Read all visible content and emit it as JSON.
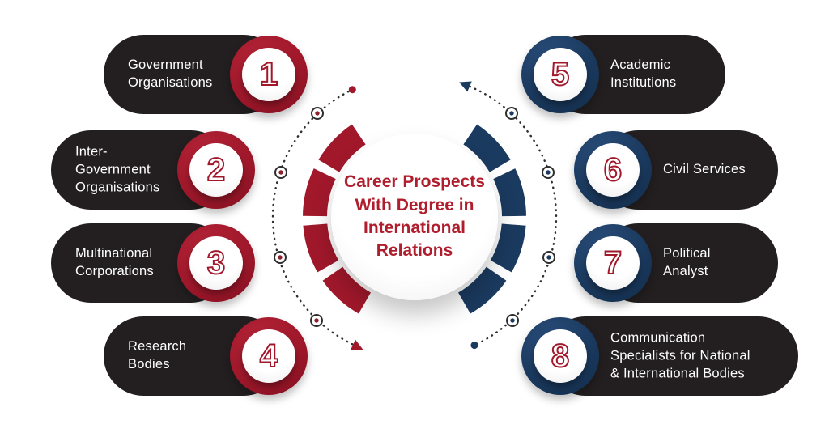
{
  "center": {
    "title": "Career Prospects\nWith Degree in\nInternational\nRelations"
  },
  "items": [
    {
      "number": "1",
      "label": "Government\nOrganisations",
      "side": "left",
      "accent": "#A1182B"
    },
    {
      "number": "2",
      "label": "Inter-\nGovernment\nOrganisations",
      "side": "left",
      "accent": "#A1182B"
    },
    {
      "number": "3",
      "label": "Multinational\nCorporations",
      "side": "left",
      "accent": "#A1182B"
    },
    {
      "number": "4",
      "label": "Research\nBodies",
      "side": "left",
      "accent": "#A1182B"
    },
    {
      "number": "5",
      "label": "Academic\nInstitutions",
      "side": "right",
      "accent": "#1B3A5F"
    },
    {
      "number": "6",
      "label": "Civil Services",
      "side": "right",
      "accent": "#1B3A5F"
    },
    {
      "number": "7",
      "label": "Political\nAnalyst",
      "side": "right",
      "accent": "#1B3A5F"
    },
    {
      "number": "8",
      "label": "Communication\nSpecialists for National\n& International Bodies",
      "side": "right",
      "accent": "#1B3A5F"
    }
  ],
  "colors": {
    "red": "#A1182B",
    "navy": "#1B3A5F",
    "pill_dark": "#231F20",
    "center_text": "#B01E2E",
    "dotted_line": "#2E2E2E",
    "background": "#FFFFFF"
  }
}
